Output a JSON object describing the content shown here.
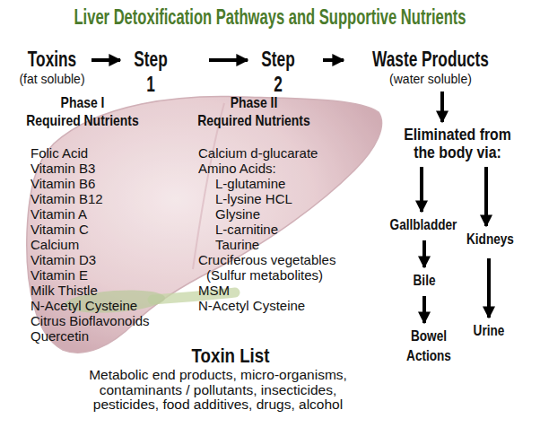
{
  "diagram": {
    "title": "Liver Detoxification Pathways and Supportive Nutrients",
    "nodes": [
      {
        "text": [
          "Toxins",
          "(fat soluble)"
        ]
      },
      {
        "text": [
          "Step 1"
        ]
      },
      {
        "text": [
          "Step 2"
        ]
      },
      {
        "text": [
          "Waste Products",
          "(water soluble)"
        ]
      },
      {
        "text": [
          "Eliminated from the body via:"
        ]
      },
      {
        "text": [
          "Gallbladder"
        ]
      },
      {
        "text": [
          "Bile"
        ]
      },
      {
        "text": [
          "Bowel Actions"
        ]
      },
      {
        "text": [
          "Kidneys"
        ]
      },
      {
        "text": [
          "Urine"
        ]
      }
    ],
    "edges": [
      {
        "from": 0,
        "to": 1,
        "arrow": "to"
      },
      {
        "from": 1,
        "to": 2,
        "arrow": "to"
      },
      {
        "from": 2,
        "to": 3,
        "arrow": "to"
      },
      {
        "from": 3,
        "to": 4,
        "arrow": "to"
      },
      {
        "from": 4,
        "to": 5,
        "arrow": "to"
      },
      {
        "from": 4,
        "to": 8,
        "arrow": "to"
      },
      {
        "from": 5,
        "to": 6,
        "arrow": "to"
      },
      {
        "from": 6,
        "to": 7,
        "arrow": "to"
      },
      {
        "from": 8,
        "to": 9,
        "arrow": "to"
      }
    ],
    "labels": [
      "Phase I",
      "Required Nutrients",
      "Folic Acid",
      "Vitamin B3",
      "Vitamin B6",
      "Vitamin B12",
      "Vitamin A",
      "Vitamin C",
      "Calcium",
      "Vitamin D3",
      "Vitamin E",
      "Milk Thistle",
      "N-Acetyl Cysteine",
      "Citrus Bioflavonoids",
      "Quercetin",
      "Phase II",
      "Required Nutrients",
      "Calcium d-glucarate",
      "Amino Acids:",
      "L-glutamine",
      "L-lysine HCL",
      "Glysine",
      "L-carnitine",
      "Taurine",
      "Cruciferous vegetables",
      "(Sulfur metabolites)",
      "MSM",
      "N-Acetyl Cysteine",
      "Toxin List",
      "Metabolic end products, micro-organisms, contaminants / pollutants, insecticides, pesticides, food additives, drugs, alcohol"
    ]
  }
}
